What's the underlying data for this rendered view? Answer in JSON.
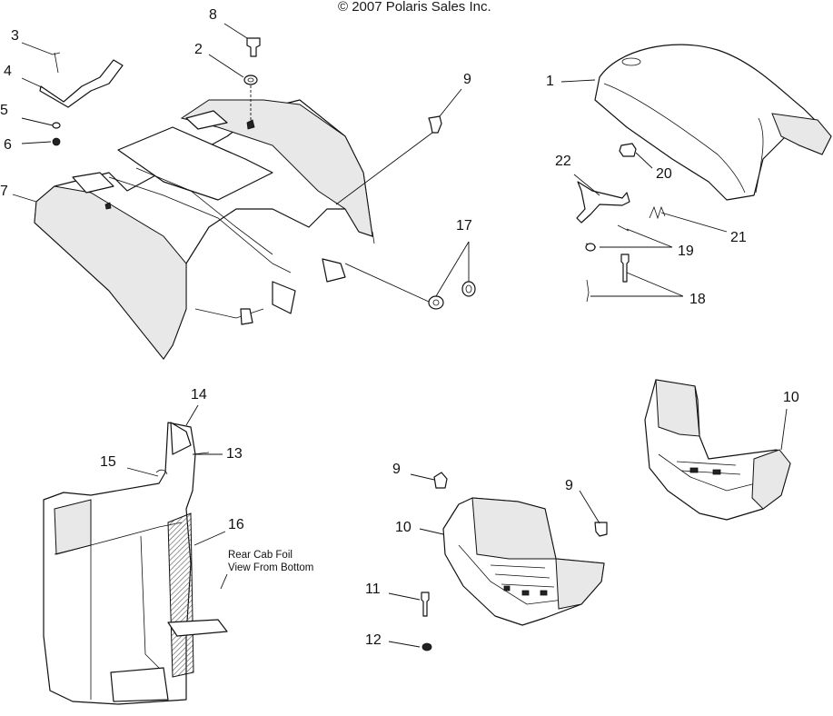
{
  "copyright": "© 2007 Polaris Sales Inc.",
  "callouts": {
    "c1": "1",
    "c2": "2",
    "c3": "3",
    "c4": "4",
    "c5": "5",
    "c6": "6",
    "c7": "7",
    "c8": "8",
    "c9a": "9",
    "c9b": "9",
    "c9c": "9",
    "c10a": "10",
    "c10b": "10",
    "c11": "11",
    "c12": "12",
    "c13": "13",
    "c14": "14",
    "c15": "15",
    "c16": "16",
    "c17": "17",
    "c18": "18",
    "c19": "19",
    "c20": "20",
    "c21": "21",
    "c22": "22"
  },
  "note": {
    "line1": "Rear Cab Foil",
    "line2": "View From Bottom"
  }
}
